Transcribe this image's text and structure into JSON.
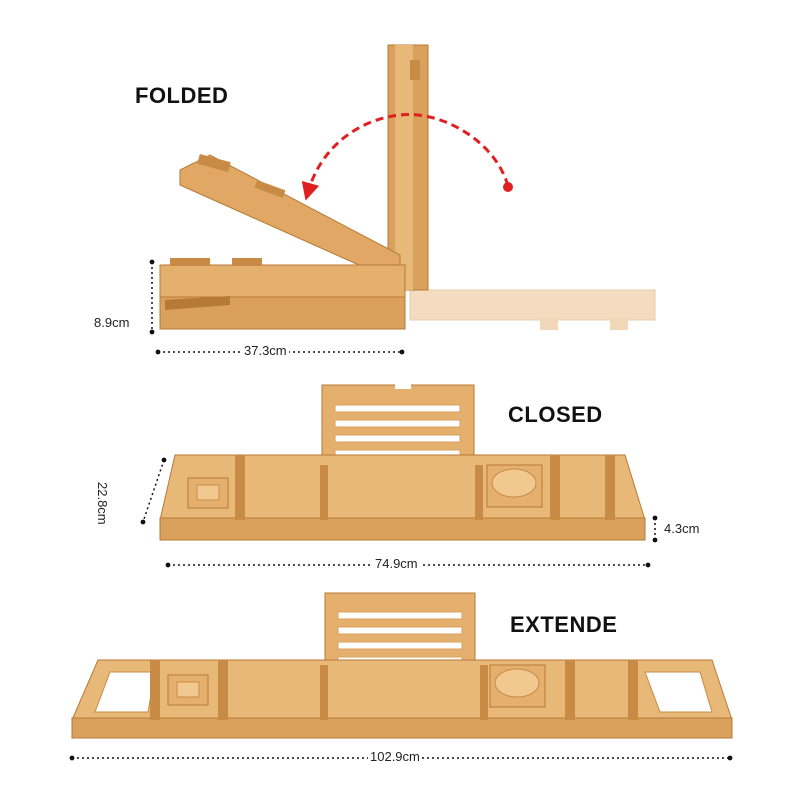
{
  "labels": {
    "folded": "FOLDED",
    "closed": "CLOSED",
    "extended": "EXTENDE"
  },
  "dimensions": {
    "folded_height": "8.9cm",
    "folded_length": "37.3cm",
    "closed_depth": "22.8cm",
    "closed_thickness": "4.3cm",
    "closed_length": "74.9cm",
    "extended_length": "102.9cm"
  },
  "colors": {
    "wood_light": "#e8b878",
    "wood_mid": "#d9a15c",
    "wood_dark": "#b77a36",
    "wood_faded": "#f4dcc0",
    "arrow_red": "#e02020"
  }
}
